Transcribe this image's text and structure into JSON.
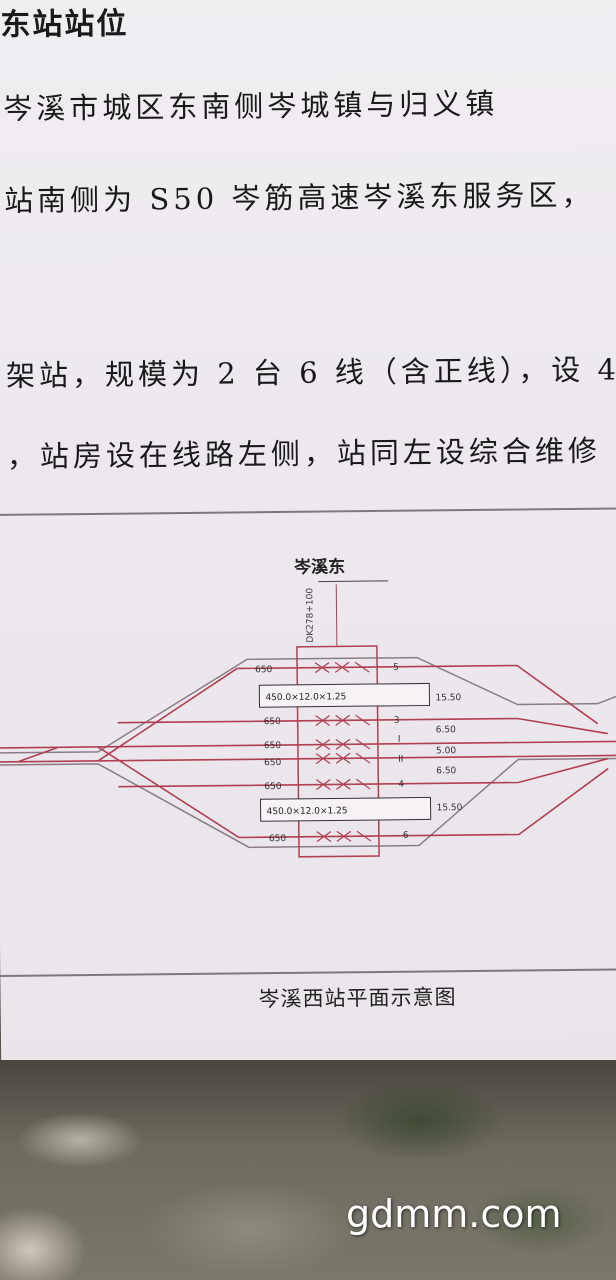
{
  "document": {
    "heading": "东站站位",
    "paragraph_lines": [
      "岑溪市城区东南侧岑城镇与归义镇",
      "站南侧为 S50 岑筋高速岑溪东服务区，",
      "架站，规模为 2 台 6 线（含正线），设 4",
      "，站房设在线路左侧，站同左设综合维修"
    ]
  },
  "diagram": {
    "station_name": "岑溪东",
    "chainage": "DK278+100",
    "track_lengths": [
      "650",
      "650",
      "650",
      "650",
      "650",
      "650"
    ],
    "platform_labels": [
      "450.0×12.0×1.25",
      "450.0×12.0×1.25"
    ],
    "track_numbers": [
      "5",
      "3",
      "I",
      "II",
      "4",
      "6"
    ],
    "spacings": [
      "15.50",
      "6.50",
      "5.00",
      "6.50",
      "15.50"
    ]
  },
  "caption": "岑溪西站平面示意图",
  "watermark": "gdmm.com",
  "colors": {
    "paper": "#ece8ee",
    "track": "#b04050",
    "outline": "#8c7c84",
    "text": "#1a1a1a"
  }
}
